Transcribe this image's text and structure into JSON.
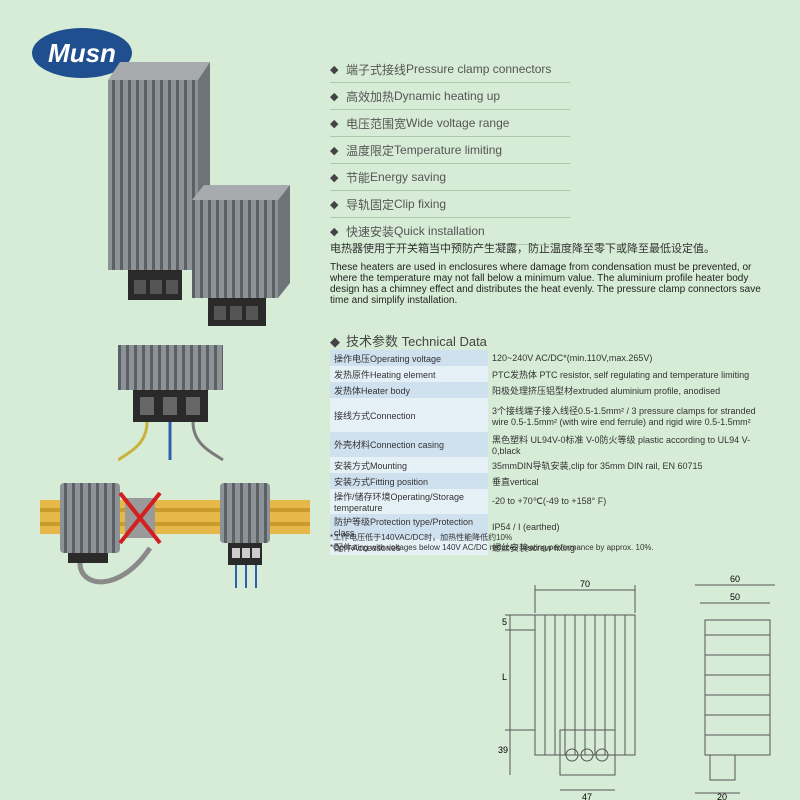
{
  "logo": "Musn",
  "features": [
    {
      "cn": "端子式接线",
      "en": "Pressure clamp connectors"
    },
    {
      "cn": "高效加热",
      "en": "Dynamic heating up"
    },
    {
      "cn": "电压范围宽",
      "en": "Wide voltage range"
    },
    {
      "cn": "温度限定",
      "en": "Temperature limiting"
    },
    {
      "cn": "节能",
      "en": "Energy saving"
    },
    {
      "cn": "导轨固定",
      "en": "Clip fixing"
    },
    {
      "cn": "快速安装",
      "en": "Quick installation"
    }
  ],
  "description": {
    "cn": "电热器使用于开关箱当中预防产生凝露，防止温度降至零下或降至最低设定值。",
    "en": "These heaters are used in enclosures where damage from condensation must be prevented, or where the temperature may not fall below a minimum value. The aluminium profile heater body design has a chimney effect and distributes the heat evenly. The pressure clamp connectors save time and simplify installation."
  },
  "tech": {
    "title_cn": "技术参数",
    "title_en": "Technical Data",
    "rows": [
      {
        "label": "操作电压Operating voltage",
        "value": "120~240V AC/DC*(min.110V,max.265V)"
      },
      {
        "label": "发热原件Heating element",
        "value": "PTC发热体 PTC resistor, self regulating and temperature limiting"
      },
      {
        "label": "发热体Heater body",
        "value": "阳极处理挤压铝型材extruded aluminium profile, anodised"
      },
      {
        "label": "接线方式Connection",
        "value": "3个接线端子接入线径0.5-1.5mm² / 3 pressure clamps for stranded wire 0.5-1.5mm² (with wire end ferrule) and rigid wire 0.5-1.5mm²"
      },
      {
        "label": "外壳材料Connection casing",
        "value": "黑色塑料 UL94V-0标准 V-0防火等级 plastic according to UL94 V-0,black"
      },
      {
        "label": "安装方式Mounting",
        "value": "35mmDIN导轨安装,clip for 35mm DIN rail, EN 60715"
      },
      {
        "label": "安装方式Fitting position",
        "value": "垂直vertical"
      },
      {
        "label": "操作/储存环境Operating/Storage temperature",
        "value": "-20 to +70℃(-49 to +158° F)"
      },
      {
        "label": "防护等级Protection type/Protection class",
        "value": "IP54 / I (earthed)"
      },
      {
        "label": "配件Accessories",
        "value": "螺丝安装screw fixing"
      }
    ]
  },
  "notes": {
    "cn": "*工作电压低于140VAC/DC时，加热性能降低约10%",
    "en": "*Operating with voltages below 140V AC/DC reduces heating performance by approx. 10%."
  },
  "dimensions": {
    "width_front": "70",
    "width_side_outer": "60",
    "width_side_inner": "50",
    "top": "5",
    "length": "L",
    "bottom": "39",
    "base_front": "47",
    "base_side": "20"
  }
}
